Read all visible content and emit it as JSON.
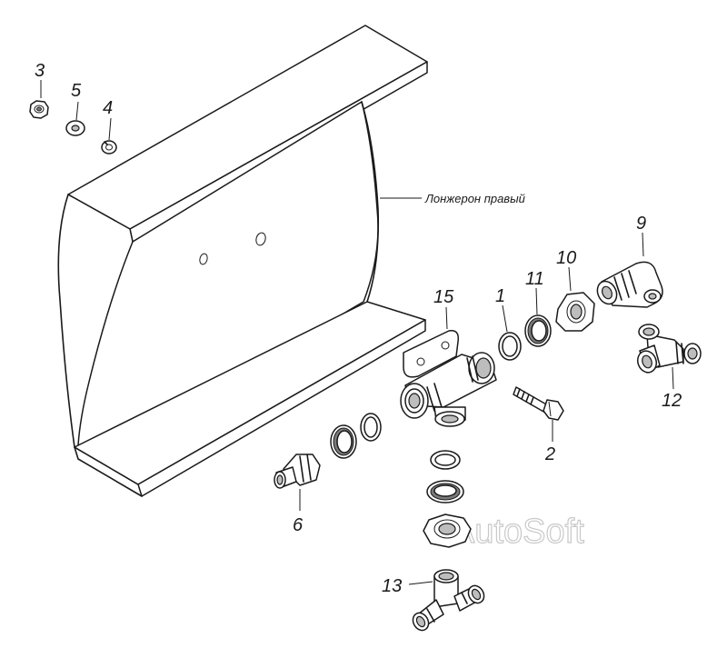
{
  "callouts": [
    {
      "id": "c3",
      "text": "3"
    },
    {
      "id": "c5",
      "text": "5"
    },
    {
      "id": "c4",
      "text": "4"
    },
    {
      "id": "c9",
      "text": "9"
    },
    {
      "id": "c10",
      "text": "10"
    },
    {
      "id": "c11",
      "text": "11"
    },
    {
      "id": "c1",
      "text": "1"
    },
    {
      "id": "c15",
      "text": "15"
    },
    {
      "id": "c12",
      "text": "12"
    },
    {
      "id": "c2",
      "text": "2"
    },
    {
      "id": "c6",
      "text": "6"
    },
    {
      "id": "c13",
      "text": "13"
    }
  ],
  "part_label": "Лонжерон правый",
  "watermark": "AutoSoft"
}
